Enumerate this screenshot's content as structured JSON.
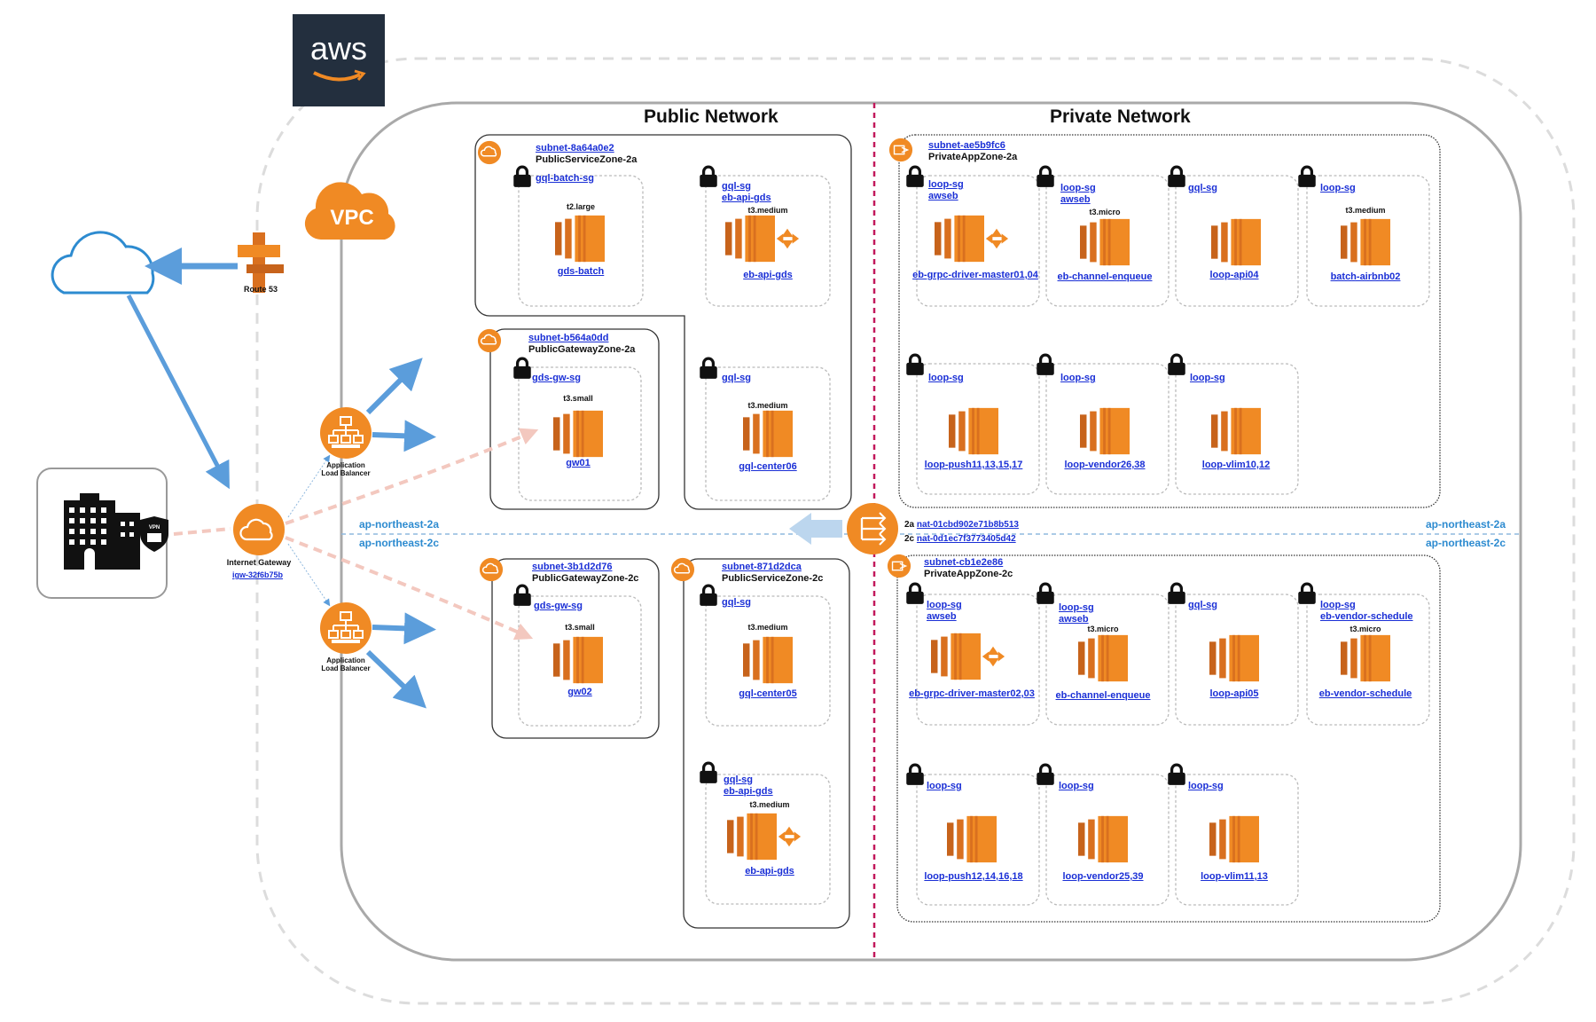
{
  "logos": {
    "aws": "aws",
    "vpc": "VPC"
  },
  "networks": {
    "public": "Public Network",
    "private": "Private Network"
  },
  "azs": {
    "a": "ap-northeast-2a",
    "c": "ap-northeast-2c"
  },
  "left": {
    "route53": "Route 53",
    "igw_label": "Internet Gateway",
    "igw_id": "igw-32f6b75b",
    "alb_line1": "Application",
    "alb_line2": "Load Balancer"
  },
  "nat": {
    "a_prefix": "2a",
    "a_id": "nat-01cbd902e71b8b513",
    "c_prefix": "2c",
    "c_id": "nat-0d1ec7f3773405d42"
  },
  "subnets": {
    "ps2a": {
      "id": "subnet-8a64a0e2",
      "name": "PublicServiceZone-2a"
    },
    "pg2a": {
      "id": "subnet-b564a0dd",
      "name": "PublicGatewayZone-2a"
    },
    "pg2c": {
      "id": "subnet-3b1d2d76",
      "name": "PublicGatewayZone-2c"
    },
    "ps2c": {
      "id": "subnet-871d2dca",
      "name": "PublicServiceZone-2c"
    },
    "pa2a": {
      "id": "subnet-ae5b9fc6",
      "name": "PrivateAppZone-2a"
    },
    "pa2c": {
      "id": "subnet-cb1e2e86",
      "name": "PrivateAppZone-2c"
    }
  },
  "instances": {
    "gds_batch": {
      "sg": "gql-batch-sg",
      "sg2": "",
      "type": "t2.large",
      "name": "gds-batch"
    },
    "eb_api_gds_a": {
      "sg": "gql-sg",
      "sg2": "eb-api-gds",
      "type": "t3.medium",
      "name": "eb-api-gds"
    },
    "gw01": {
      "sg": "gds-gw-sg",
      "sg2": "",
      "type": "t3.small",
      "name": "gw01"
    },
    "gql_center06": {
      "sg": "gql-sg",
      "sg2": "",
      "type": "t3.medium",
      "name": "gql-center06"
    },
    "gw02": {
      "sg": "gds-gw-sg",
      "sg2": "",
      "type": "t3.small",
      "name": "gw02"
    },
    "gql_center05": {
      "sg": "gql-sg",
      "sg2": "",
      "type": "t3.medium",
      "name": "gql-center05"
    },
    "eb_api_gds_c": {
      "sg": "gql-sg",
      "sg2": "eb-api-gds",
      "type": "t3.medium",
      "name": "eb-api-gds"
    },
    "grpc_a": {
      "sg": "loop-sg",
      "sg2": "awseb",
      "type": "",
      "name": "eb-grpc-driver-master01,04"
    },
    "chan_a": {
      "sg": "loop-sg",
      "sg2": "awseb",
      "type": "t3.micro",
      "name": "eb-channel-enqueue"
    },
    "api04": {
      "sg": "gql-sg",
      "sg2": "",
      "type": "",
      "name": "loop-api04"
    },
    "airbnb02": {
      "sg": "loop-sg",
      "sg2": "",
      "type": "t3.medium",
      "name": "batch-airbnb02"
    },
    "push_a": {
      "sg": "loop-sg",
      "sg2": "",
      "type": "",
      "name": "loop-push11,13,15,17"
    },
    "vendor_a": {
      "sg": "loop-sg",
      "sg2": "",
      "type": "",
      "name": "loop-vendor26,38"
    },
    "vlim_a": {
      "sg": "loop-sg",
      "sg2": "",
      "type": "",
      "name": "loop-vlim10,12"
    },
    "grpc_c": {
      "sg": "loop-sg",
      "sg2": "awseb",
      "type": "",
      "name": "eb-grpc-driver-master02,03"
    },
    "chan_c": {
      "sg": "loop-sg",
      "sg2": "awseb",
      "type": "t3.micro",
      "name": "eb-channel-enqueue"
    },
    "api05": {
      "sg": "gql-sg",
      "sg2": "",
      "type": "",
      "name": "loop-api05"
    },
    "vsched": {
      "sg": "loop-sg",
      "sg2": "eb-vendor-schedule",
      "type": "t3.micro",
      "name": "eb-vendor-schedule"
    },
    "push_c": {
      "sg": "loop-sg",
      "sg2": "",
      "type": "",
      "name": "loop-push12,14,16,18"
    },
    "vendor_c": {
      "sg": "loop-sg",
      "sg2": "",
      "type": "",
      "name": "loop-vendor25,39"
    },
    "vlim_c": {
      "sg": "loop-sg",
      "sg2": "",
      "type": "",
      "name": "loop-vlim11,13"
    }
  },
  "icons": [
    "cloud-icon",
    "route53-icon",
    "building-icon",
    "vpn-icon",
    "internet-gateway-icon",
    "alb-icon",
    "nat-gateway-icon",
    "ec2-instance-icon",
    "lock-icon",
    "subnet-cloud-icon",
    "subnet-private-icon"
  ],
  "colors": {
    "orange": "#f08a24",
    "arrow_blue": "#5b9ddb",
    "link_blue": "#1a2fd6",
    "az_blue": "#2d8bd0",
    "divider_pink": "#c2185b",
    "aws_bg": "#232f3e"
  }
}
